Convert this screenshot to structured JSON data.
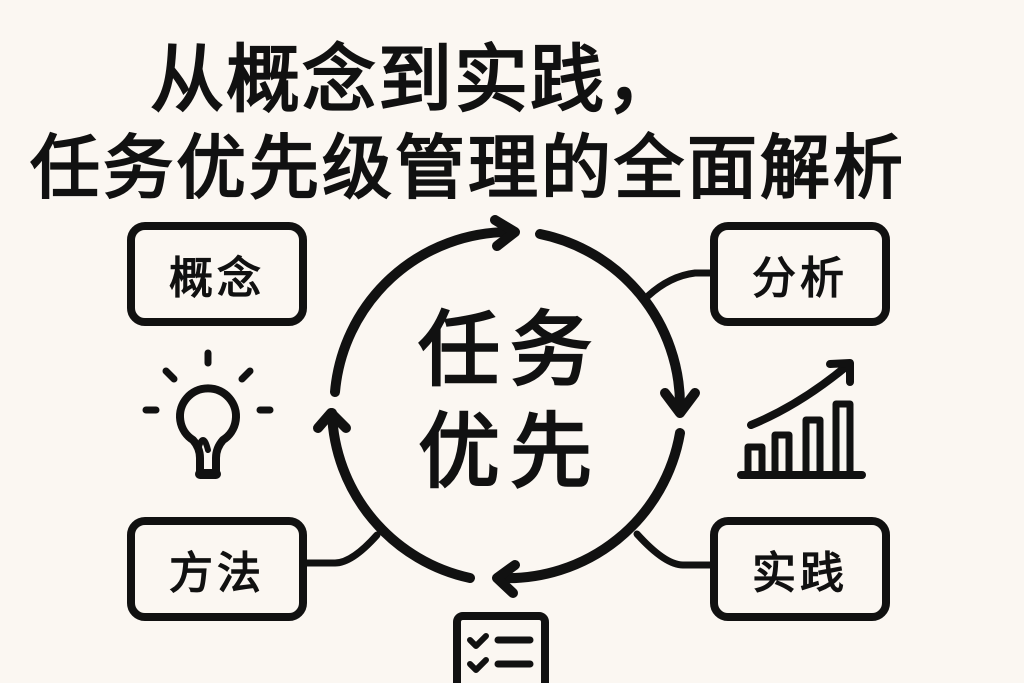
{
  "title": {
    "line1": "从概念到实践，",
    "line2": "任务优先级管理的全面解析"
  },
  "center": {
    "line1": "任务",
    "line2": "优先"
  },
  "nodes": {
    "concept": "概念",
    "analysis": "分析",
    "method": "方法",
    "practice": "实践"
  },
  "icons": {
    "concept": "lightbulb-icon",
    "analysis": "bar-chart-growth-icon",
    "bottom": "checklist-icon",
    "cycle": "circular-arrows"
  },
  "colors": {
    "background": "#fbf7f2",
    "ink": "#111111"
  }
}
